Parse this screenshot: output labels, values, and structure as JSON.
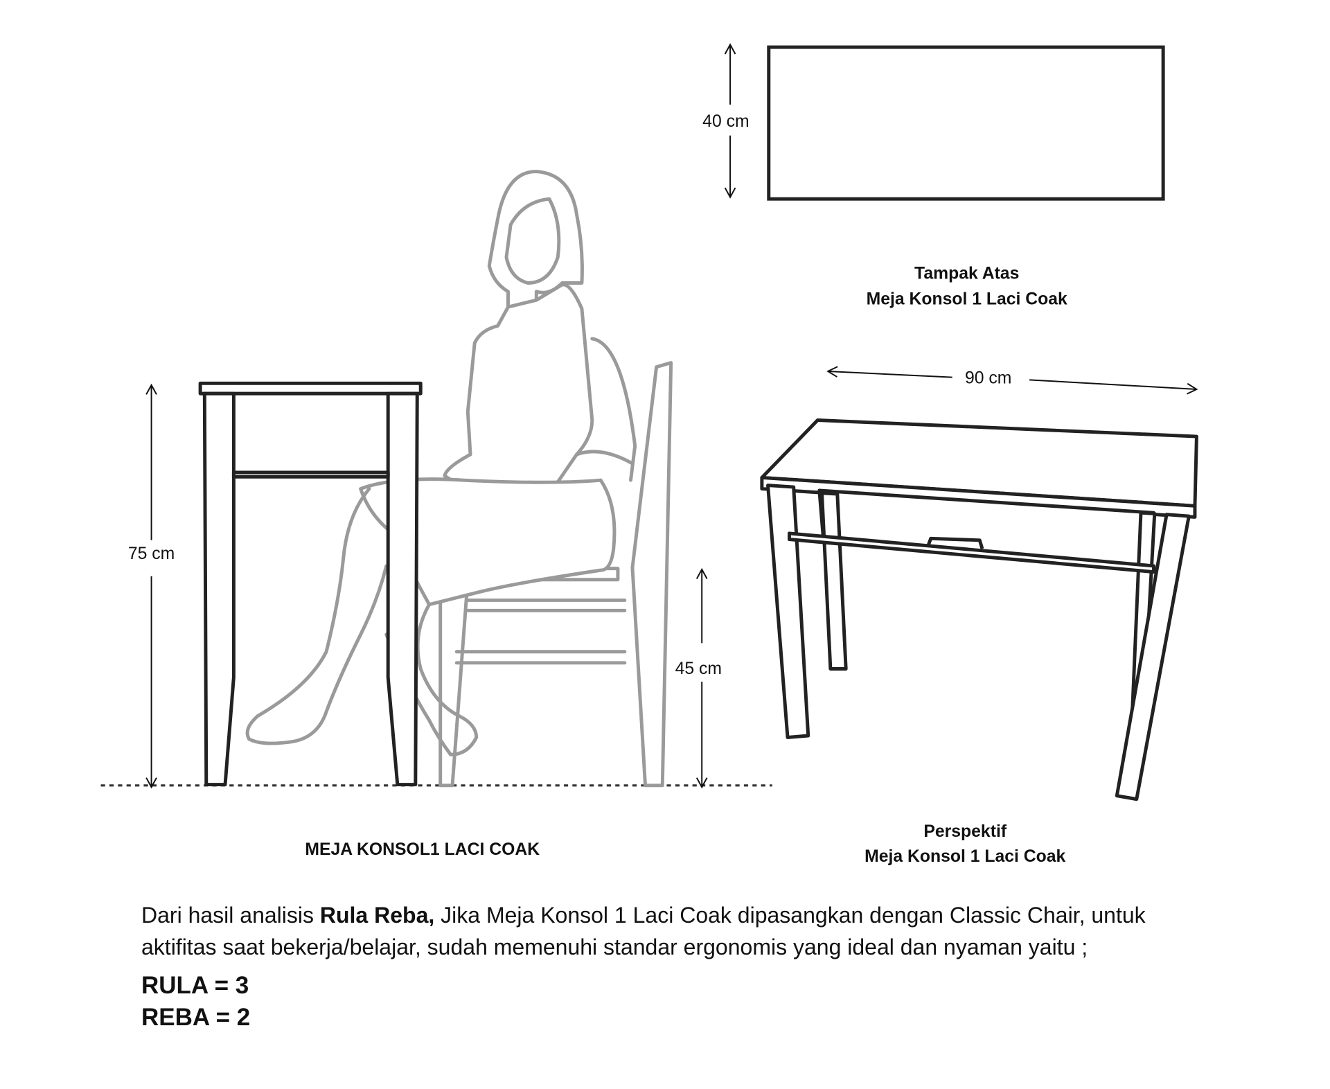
{
  "dimensions": {
    "depth": "40 cm",
    "width": "90 cm",
    "height": "75 cm",
    "chair_seat": "45 cm"
  },
  "top_view_caption": {
    "line1": "Tampak Atas",
    "line2": "Meja Konsol 1 Laci Coak"
  },
  "perspective_caption": {
    "line1": "Perspektif",
    "line2": "Meja Konsol 1 Laci Coak"
  },
  "side_view_caption": "MEJA KONSOL1 LACI COAK",
  "analysis": {
    "prefix": "Dari hasil analisis ",
    "bold": "Rula Reba,",
    "rest": " Jika Meja Konsol 1 Laci Coak dipasangkan dengan Classic Chair, untuk aktifitas saat bekerja/belajar, sudah memenuhi standar ergonomis yang ideal dan nyaman yaitu ;",
    "rula": "RULA = 3",
    "reba": "REBA = 2"
  },
  "colors": {
    "line": "#222222",
    "figure": "#9a9a9a"
  }
}
